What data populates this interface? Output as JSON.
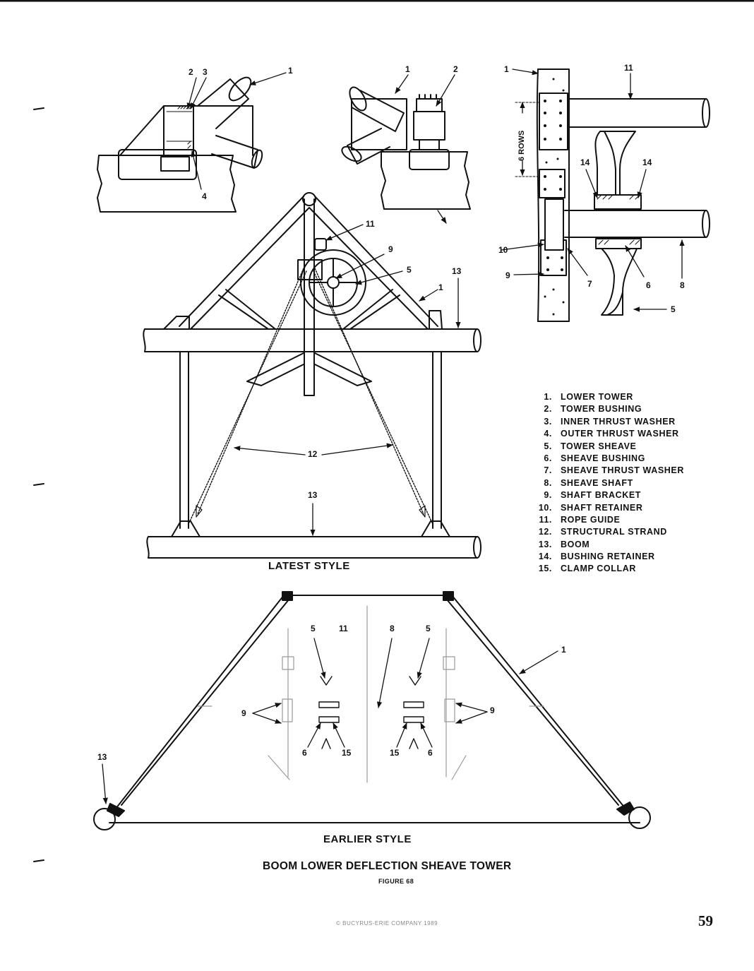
{
  "captions": {
    "latest": "LATEST STYLE",
    "earlier": "EARLIER STYLE",
    "title": "BOOM LOWER DEFLECTION SHEAVE TOWER",
    "figure": "FIGURE 68"
  },
  "page_number": "59",
  "copyright": "© BUCYRUS-ERIE COMPANY 1989",
  "legend": [
    {
      "num": "1.",
      "label": "LOWER TOWER"
    },
    {
      "num": "2.",
      "label": "TOWER BUSHING"
    },
    {
      "num": "3.",
      "label": "INNER THRUST WASHER"
    },
    {
      "num": "4.",
      "label": "OUTER THRUST WASHER"
    },
    {
      "num": "5.",
      "label": "TOWER SHEAVE"
    },
    {
      "num": "6.",
      "label": "SHEAVE BUSHING"
    },
    {
      "num": "7.",
      "label": "SHEAVE THRUST WASHER"
    },
    {
      "num": "8.",
      "label": "SHEAVE SHAFT"
    },
    {
      "num": "9.",
      "label": "SHAFT BRACKET"
    },
    {
      "num": "10.",
      "label": "SHAFT RETAINER"
    },
    {
      "num": "11.",
      "label": "ROPE GUIDE"
    },
    {
      "num": "12.",
      "label": "STRUCTURAL STRAND"
    },
    {
      "num": "13.",
      "label": "BOOM"
    },
    {
      "num": "14.",
      "label": "BUSHING RETAINER"
    },
    {
      "num": "15.",
      "label": "CLAMP COLLAR"
    }
  ],
  "callouts": {
    "detail_a": [
      "2",
      "3",
      "1",
      "4"
    ],
    "detail_b": [
      "1",
      "2"
    ],
    "side_view": [
      "1",
      "11",
      "6 ROWS",
      "14",
      "14",
      "10",
      "9",
      "7",
      "6",
      "8",
      "5"
    ],
    "latest": [
      "11",
      "9",
      "5",
      "13",
      "1",
      "12",
      "13"
    ],
    "earlier": [
      "1",
      "5",
      "11",
      "8",
      "5",
      "9",
      "9",
      "6",
      "15",
      "15",
      "6",
      "13"
    ]
  }
}
